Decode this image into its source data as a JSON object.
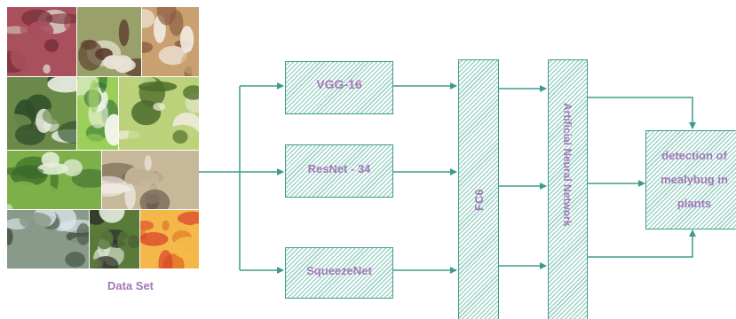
{
  "dataset": {
    "label": "Data Set",
    "tiles": [
      {
        "name": "grapes-photo-tile",
        "colors": [
          "#7a2f3a",
          "#a8505c",
          "#d9d3c8"
        ]
      },
      {
        "name": "mealybug-branch-photo-tile",
        "colors": [
          "#5a3a2a",
          "#9aa06a",
          "#e8e2d6"
        ]
      },
      {
        "name": "mealybug-bark-photo-tile",
        "colors": [
          "#8a5a40",
          "#c9a070",
          "#f2ece4"
        ]
      },
      {
        "name": "infested-leaves-photo-tile",
        "colors": [
          "#2f4f2a",
          "#6b8a4a",
          "#e8ece4"
        ]
      },
      {
        "name": "citrus-fruit-photo-tile",
        "colors": [
          "#3d7a3a",
          "#9ccf5a",
          "#f4f6ee"
        ]
      },
      {
        "name": "mealybug-stem-photo-tile",
        "colors": [
          "#4a6a2a",
          "#bcd27a",
          "#efeadc"
        ]
      },
      {
        "name": "vine-leaves-photo-tile",
        "colors": [
          "#3a6a2a",
          "#7eb04a",
          "#e6efd8"
        ]
      },
      {
        "name": "mealybug-closeup-photo-tile",
        "colors": [
          "#6a5a4a",
          "#c8b89a",
          "#f0ece6"
        ]
      },
      {
        "name": "tree-trunk-photo-tile",
        "colors": [
          "#4a5a4a",
          "#8a9a8a",
          "#dde6ea"
        ]
      },
      {
        "name": "berry-cluster-photo-tile",
        "colors": [
          "#2a2a2a",
          "#5a7a3a",
          "#dfe8d8"
        ]
      },
      {
        "name": "citrus-slices-photo-tile",
        "colors": [
          "#e07a2a",
          "#f4b84a",
          "#d8402a"
        ]
      }
    ]
  },
  "models": [
    {
      "id": "vgg",
      "label": "VGG-16"
    },
    {
      "id": "resnet",
      "label": "ResNet - 34"
    },
    {
      "id": "squeezenet",
      "label": "SqueezeNet"
    }
  ],
  "fc_layer": {
    "label": "FC6"
  },
  "ann": {
    "label": "Artificial Neural Network"
  },
  "output": {
    "line1": "detection of",
    "line2": "mealybug in",
    "line3": "plants"
  },
  "colors": {
    "stroke": "#3f9c8c",
    "hatch": "#9fd3c7",
    "text": "#a278b8"
  }
}
